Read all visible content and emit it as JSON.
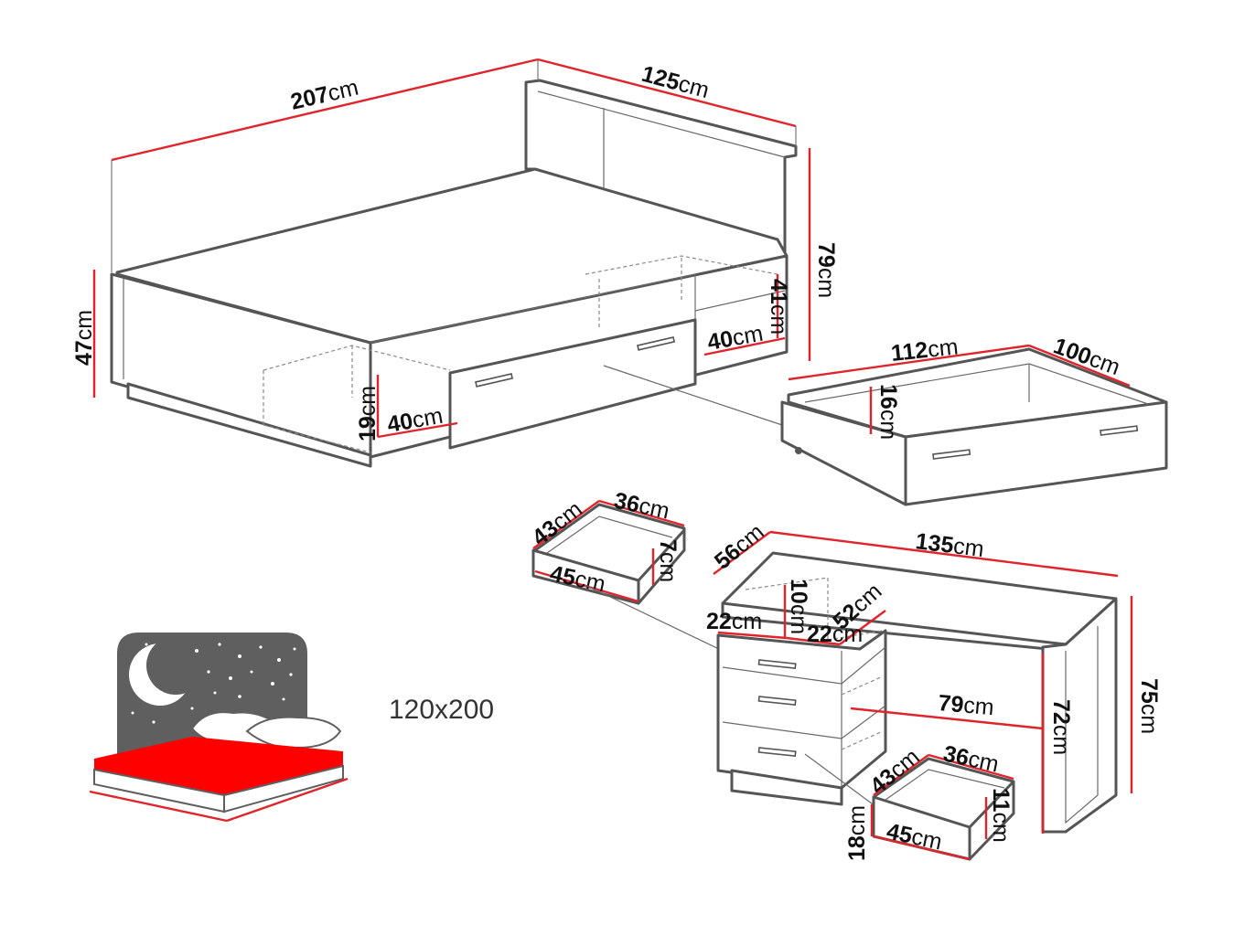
{
  "colors": {
    "dimension_line": "#e0242c",
    "outline": "#555555",
    "icon_red": "#ff0000",
    "icon_gray": "#5f5f5f"
  },
  "size_label": "120x200",
  "unit": "cm",
  "bed": {
    "length": "207",
    "width": "125",
    "headboard_height": "79",
    "height": "47",
    "compartment_height": "41",
    "compartment_depth": "40",
    "open_height": "19",
    "open_depth": "40"
  },
  "bed_drawer": {
    "length": "112",
    "depth": "100",
    "height": "16"
  },
  "desk_drawer_top": {
    "width": "36",
    "depth": "43",
    "front": "45",
    "height": "7"
  },
  "desk": {
    "width": "135",
    "depth": "56",
    "pedestal_height": "10",
    "pedestal_depth": "52",
    "pedestal_width_a": "22",
    "pedestal_width_b": "22",
    "legroom_width": "79",
    "legroom_height": "72",
    "height": "75"
  },
  "desk_drawer_bottom": {
    "width": "36",
    "depth": "43",
    "front": "45",
    "height": "11",
    "front_height": "18"
  },
  "icon": {
    "name": "night-bed-icon"
  }
}
